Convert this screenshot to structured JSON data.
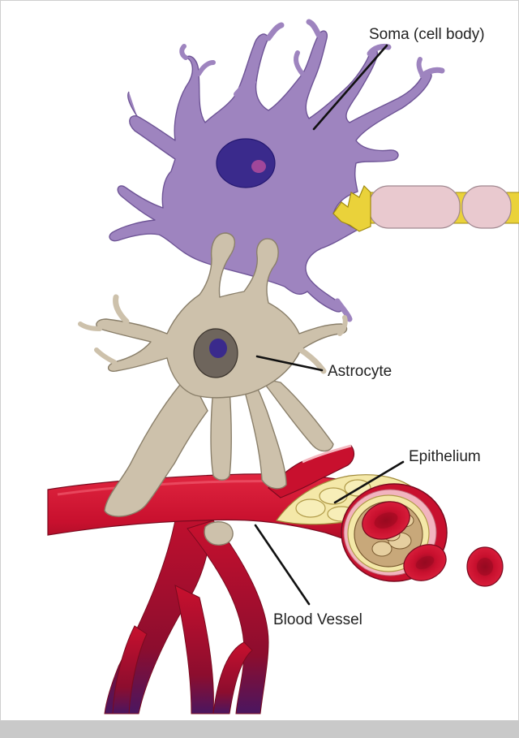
{
  "labels": {
    "soma": "Soma (cell body)",
    "astrocyte": "Astrocyte",
    "epithelium": "Epithelium",
    "blood_vessel": "Blood Vessel"
  },
  "colors": {
    "soma_fill": "#9e84bf",
    "soma_outline": "#6e5496",
    "nucleus": "#3a2a8c",
    "nucleolus": "#a0479a",
    "axon_hillock": "#ead23a",
    "myelin": "#e9c9cf",
    "astrocyte_fill": "#cdc1ab",
    "astrocyte_nucleus": "#6e655c",
    "vessel": "#c8102e",
    "vessel_dark": "#8e0b21",
    "vessel_base": "#4a1660",
    "epithelium_fill": "#f4e8a8",
    "red_blood_cell": "#c8102e"
  }
}
